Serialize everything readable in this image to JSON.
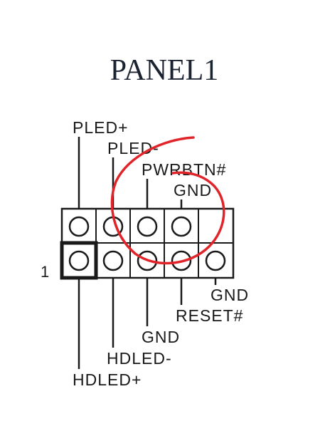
{
  "header": {
    "title": "PANEL1"
  },
  "pin1_marker": "1",
  "top_labels": [
    "PLED+",
    "PLED-",
    "PWRBTN#",
    "GND"
  ],
  "bottom_labels": [
    "GND",
    "RESET#",
    "GND",
    "HDLED-",
    "HDLED+"
  ],
  "colors": {
    "ink": "#1a1a1a",
    "title": "#1b2230",
    "annotation": "#e0242a"
  },
  "annotation": "red-circle-around-pwrbtn-pins"
}
